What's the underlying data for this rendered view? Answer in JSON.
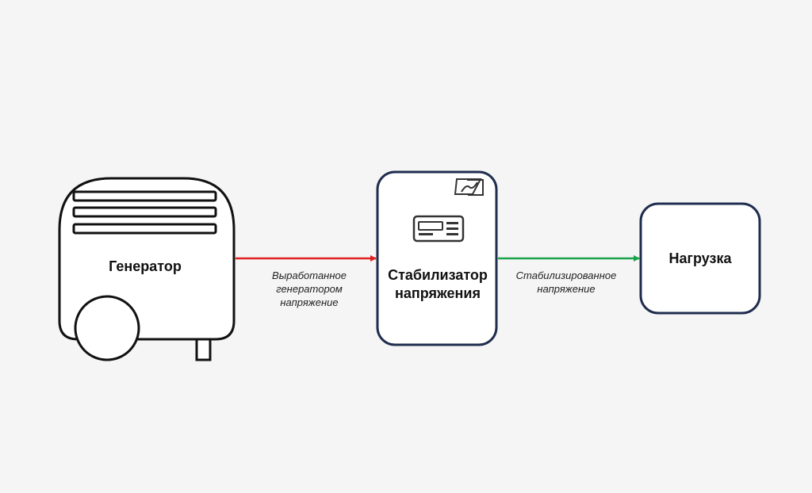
{
  "nodes": {
    "generator": {
      "label": "Генератор"
    },
    "stabilizer": {
      "label_line1": "Стабилизатор",
      "label_line2": "напряжения"
    },
    "load": {
      "label": "Нагрузка"
    }
  },
  "edges": {
    "generator_to_stabilizer": {
      "label_line1": "Выработанное",
      "label_line2": "генератором",
      "label_line3": "напряжение",
      "color": "#e02020"
    },
    "stabilizer_to_load": {
      "label_line1": "Стабилизированное",
      "label_line2": "напряжение",
      "color": "#1aa34a"
    }
  },
  "colors": {
    "background": "#f5f5f5",
    "generator_stroke": "#111111",
    "box_stroke": "#1f2d4e"
  },
  "icons": {
    "stabilizer_corner": "stabilizer-logo-icon",
    "stabilizer_display": "display-panel-icon"
  }
}
